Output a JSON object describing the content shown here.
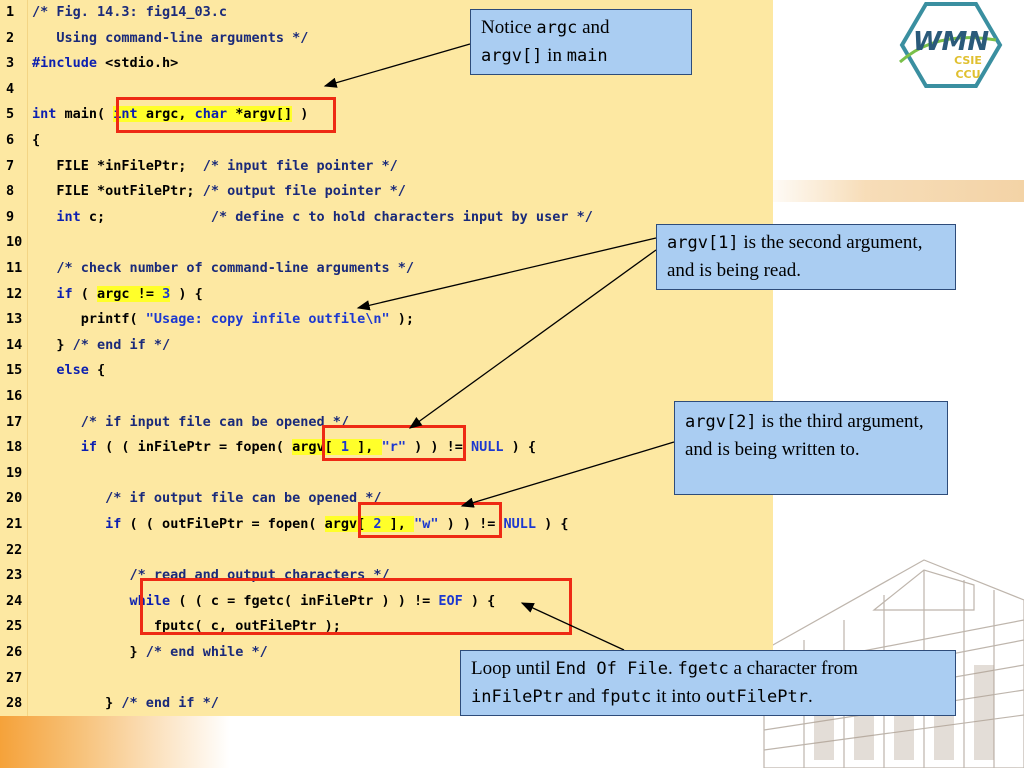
{
  "logo": {
    "text": "WMN",
    "sub1": "CSIE",
    "sub2": "CCU",
    "stroke_color": "#2a7a8a"
  },
  "code": {
    "lines": [
      {
        "num": "1"
      },
      {
        "num": "2"
      },
      {
        "num": "3"
      },
      {
        "num": "4"
      },
      {
        "num": "5"
      },
      {
        "num": "6"
      },
      {
        "num": "7"
      },
      {
        "num": "8"
      },
      {
        "num": "9"
      },
      {
        "num": "10"
      },
      {
        "num": "11"
      },
      {
        "num": "12"
      },
      {
        "num": "13"
      },
      {
        "num": "14"
      },
      {
        "num": "15"
      },
      {
        "num": "16"
      },
      {
        "num": "17"
      },
      {
        "num": "18"
      },
      {
        "num": "19"
      },
      {
        "num": "20"
      },
      {
        "num": "21"
      },
      {
        "num": "22"
      },
      {
        "num": "23"
      },
      {
        "num": "24"
      },
      {
        "num": "25"
      },
      {
        "num": "26"
      },
      {
        "num": "27"
      },
      {
        "num": "28"
      }
    ],
    "l1": "/* Fig. 14.3: fig14_03.c",
    "l2": "   Using command-line arguments */",
    "l3_kw": "#include",
    "l3_rest": " <stdio.h>",
    "l5_kw": "int",
    "l5_a": " main( ",
    "l5_hl_kw1": "int",
    "l5_hl_a": " argc, ",
    "l5_hl_kw2": "char",
    "l5_hl_b": " *argv[]",
    "l5_b": " )",
    "l6": "{",
    "l7_a": "   FILE *inFilePtr;  ",
    "l7_cm": "/* input file pointer */",
    "l8_a": "   FILE *outFilePtr; ",
    "l8_cm": "/* output file pointer */",
    "l9_sp": "   ",
    "l9_kw": "int",
    "l9_a": " c;             ",
    "l9_cm": "/* define c to hold characters input by user */",
    "l11": "   /* check number of command-line arguments */",
    "l12_sp": "   ",
    "l12_kw": "if",
    "l12_a": " ( ",
    "l12_hl_a": "argc != ",
    "l12_hl_n": "3",
    "l12_b": " ) {",
    "l13_a": "      printf( ",
    "l13_st": "\"Usage: copy infile outfile\\n\"",
    "l13_b": " );",
    "l14_a": "   } ",
    "l14_cm": "/* end if */",
    "l15_sp": "   ",
    "l15_kw": "else",
    "l15_a": " {",
    "l17": "      /* if input file can be opened */",
    "l18_sp": "      ",
    "l18_kw": "if",
    "l18_a": " ( ( inFilePtr = fopen( ",
    "l18_hl_a": "argv[ ",
    "l18_hl_n": "1",
    "l18_hl_b": " ], ",
    "l18_st": "\"r\"",
    "l18_b": " ) ) != ",
    "l18_cn": "NULL",
    "l18_c": " ) {",
    "l20": "         /* if output file can be opened */",
    "l21_sp": "         ",
    "l21_kw": "if",
    "l21_a": " ( ( outFilePtr = fopen( ",
    "l21_hl_a": "argv[ ",
    "l21_hl_n": "2",
    "l21_hl_b": " ], ",
    "l21_st": "\"w\"",
    "l21_b": " ) ) != ",
    "l21_cn": "NULL",
    "l21_c": " ) {",
    "l23": "            /* read and output characters */",
    "l24_sp": "            ",
    "l24_kw": "while",
    "l24_a": " ( ( c = fgetc( inFilePtr ) ) != ",
    "l24_cn": "EOF",
    "l24_b": " ) {",
    "l25": "               fputc( c, outFilePtr );",
    "l26_a": "            } ",
    "l26_cm": "/* end while */",
    "l28_a": "         } ",
    "l28_cm": "/* end if */"
  },
  "callouts": {
    "c1": {
      "t1": "Notice ",
      "m1": "argc",
      "t2": " and",
      "m2": "argv[]",
      "t3": " in ",
      "m3": "main"
    },
    "c2": {
      "m1": "argv[1]",
      "t1": " is the second argument, and is being read."
    },
    "c3": {
      "m1": "argv[2]",
      "t1": " is the third argument, and is being written to."
    },
    "c4": {
      "t1": "Loop until ",
      "m1": "End Of File",
      "t2": ". ",
      "m2": "fgetc",
      "t3": " a character from ",
      "m3": "inFilePtr",
      "t4": " and ",
      "m4": "fputc",
      "t5": " it into ",
      "m5": "outFilePtr",
      "t6": "."
    }
  },
  "colors": {
    "code_bg": "#fde8a2",
    "highlight": "#ffff2a",
    "box": "#ee2a14",
    "callout_bg": "#aacdf2"
  }
}
